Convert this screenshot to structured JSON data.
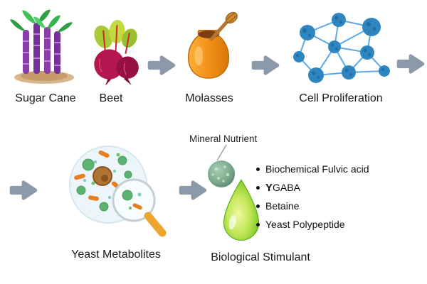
{
  "stages": {
    "sugar_cane": {
      "label": "Sugar Cane"
    },
    "beet": {
      "label": "Beet"
    },
    "molasses": {
      "label": "Molasses"
    },
    "cell_proliferation": {
      "label": "Cell Proliferation"
    },
    "yeast_metabolites": {
      "label": "Yeast Metabolites"
    },
    "biological_stimulant": {
      "label": "Biological Stimulant"
    },
    "mineral_nutrient": {
      "label": "Mineral Nutrient"
    }
  },
  "bullets": [
    {
      "prefix": "",
      "label": "Biochemical Fulvic acid"
    },
    {
      "prefix": "Y",
      "label": "GABA"
    },
    {
      "prefix": "",
      "label": "Betaine"
    },
    {
      "prefix": "",
      "label": "Yeast Polypeptide"
    }
  ],
  "colors": {
    "arrow_gray": "#8b99a8",
    "cell_blue": "#2e86c1",
    "droplet_green": "#6fc72c",
    "molasses_orange": "#ef8c1a",
    "beet_red": "#b4164f",
    "cane_purple": "#8a3fa8",
    "mineral_green": "#78a98a"
  }
}
